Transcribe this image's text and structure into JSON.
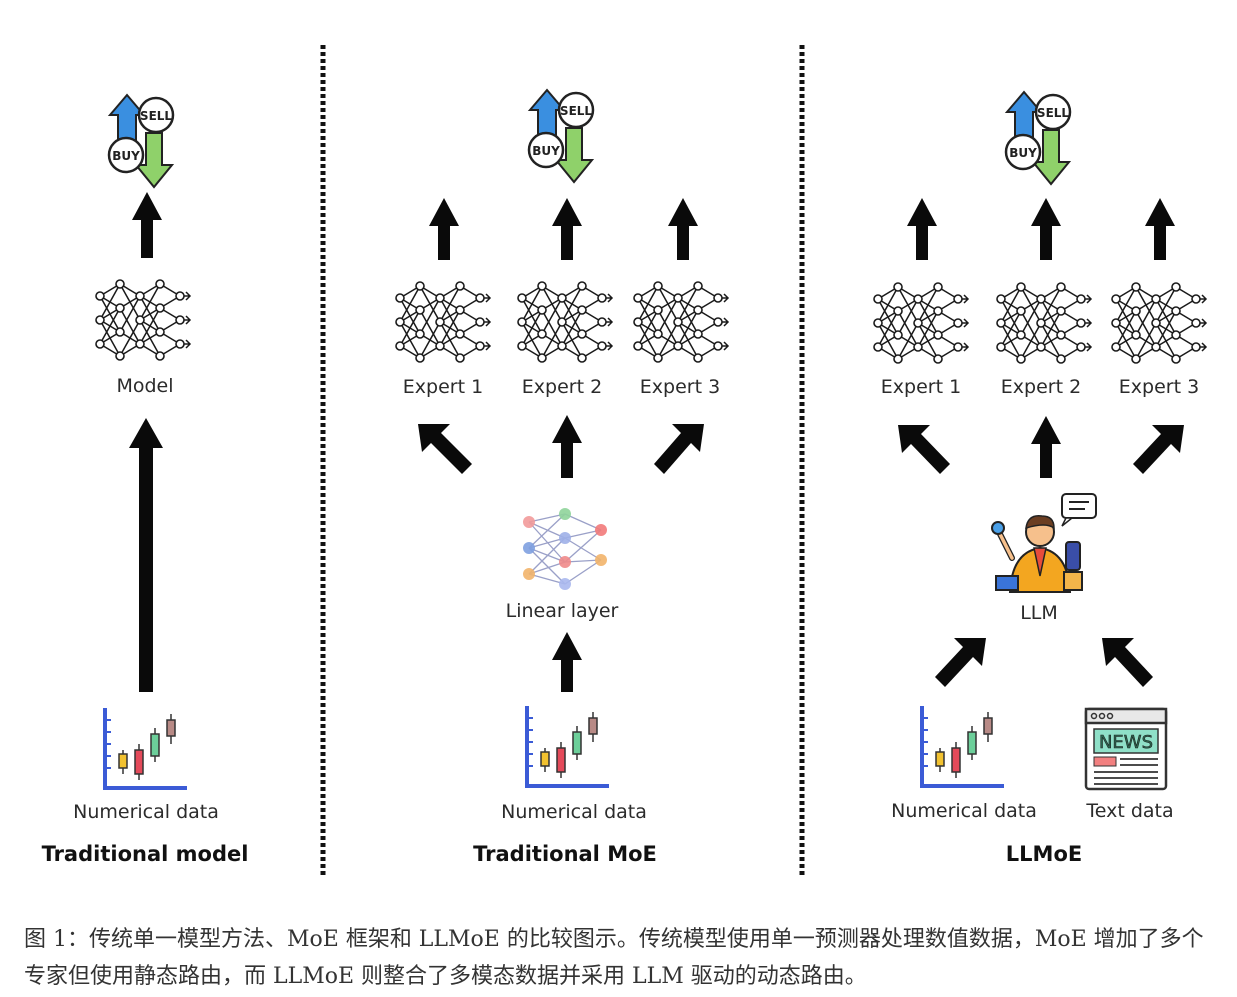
{
  "panels": {
    "traditional_model": {
      "title": "Traditional model",
      "model_label": "Model",
      "data_label": "Numerical data"
    },
    "traditional_moe": {
      "title": "Traditional MoE",
      "experts": [
        "Expert 1",
        "Expert 2",
        "Expert 3"
      ],
      "router_label": "Linear layer",
      "data_label": "Numerical data"
    },
    "llmoe": {
      "title": "LLMoE",
      "experts": [
        "Expert 1",
        "Expert 2",
        "Expert 3"
      ],
      "router_label": "LLM",
      "data_labels": [
        "Numerical data",
        "Text data"
      ]
    }
  },
  "icons": {
    "buy": "BUY",
    "sell": "SELL",
    "news": "NEWS"
  },
  "caption": "图 1：传统单一模型方法、MoE 框架和 LLMoE 的比较图示。传统模型使用单一预测器处理数值数据，MoE 增加了多个专家但使用静态路由，而 LLMoE 则整合了多模态数据并采用 LLM 驱动的动态路由。",
  "colors": {
    "buy_arrow": "#3a8fe0",
    "sell_arrow": "#8fd16a",
    "arrow": "#0a0a0a",
    "chart_axis": "#3b5bd6",
    "divider": "#111111"
  }
}
